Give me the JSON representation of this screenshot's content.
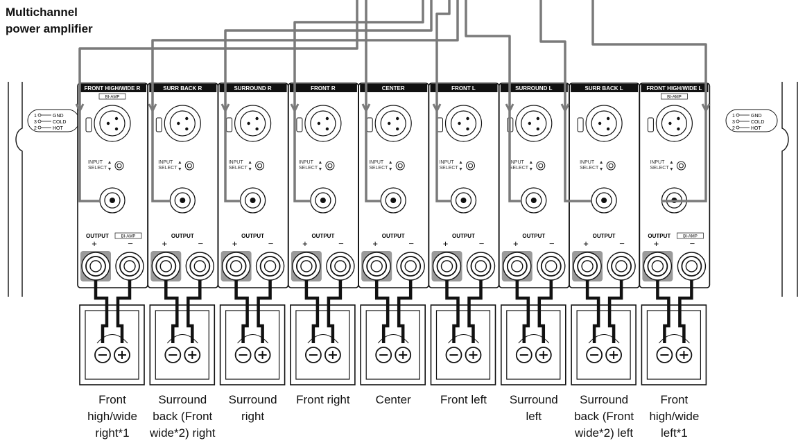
{
  "title": "Multichannel\npower amplifier",
  "channels": [
    {
      "header": "FRONT HIGH/WIDE R",
      "bi_amp": true,
      "speaker_label": "Front\nhigh/wide\nright*1"
    },
    {
      "header": "SURR BACK R",
      "bi_amp": false,
      "speaker_label": "Surround\nback (Front\nwide*2) right"
    },
    {
      "header": "SURROUND R",
      "bi_amp": false,
      "speaker_label": "Surround\nright"
    },
    {
      "header": "FRONT R",
      "bi_amp": false,
      "speaker_label": "Front right"
    },
    {
      "header": "CENTER",
      "bi_amp": false,
      "speaker_label": "Center"
    },
    {
      "header": "FRONT L",
      "bi_amp": false,
      "speaker_label": "Front left"
    },
    {
      "header": "SURROUND L",
      "bi_amp": false,
      "speaker_label": "Surround\nleft"
    },
    {
      "header": "SURR BACK L",
      "bi_amp": false,
      "speaker_label": "Surround\nback (Front\nwide*2) left"
    },
    {
      "header": "FRONT HIGH/WIDE L",
      "bi_amp": true,
      "speaker_label": "Front\nhigh/wide\nleft*1"
    }
  ],
  "panel_text": {
    "bi_amp": "BI-AMP",
    "input_select": "INPUT\nSELECT",
    "output": "OUTPUT",
    "plus": "+",
    "minus": "−"
  },
  "pin_legend": {
    "pins": [
      "1",
      "3",
      "2"
    ],
    "names": [
      "GND",
      "COLD",
      "HOT"
    ]
  },
  "colors": {
    "line": "#111111",
    "cable": "#7a7a7a",
    "terminal_highlight": "#9a9a9a",
    "background": "#ffffff"
  }
}
